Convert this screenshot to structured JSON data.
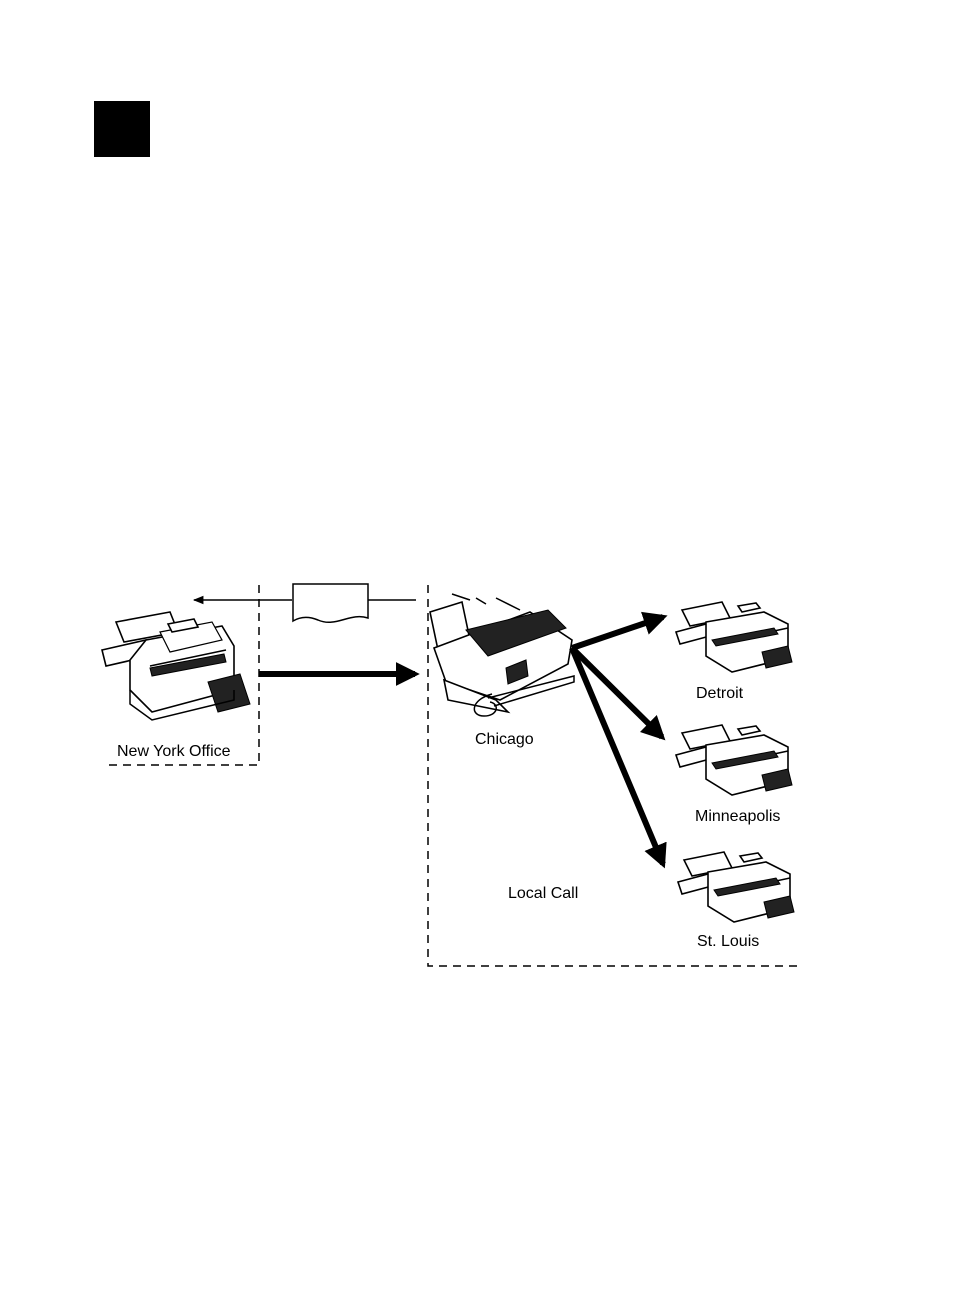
{
  "labels": {
    "new_york": "New York Office",
    "chicago": "Chicago",
    "detroit": "Detroit",
    "minneapolis": "Minneapolis",
    "st_louis": "St. Louis",
    "local_call": "Local Call"
  }
}
